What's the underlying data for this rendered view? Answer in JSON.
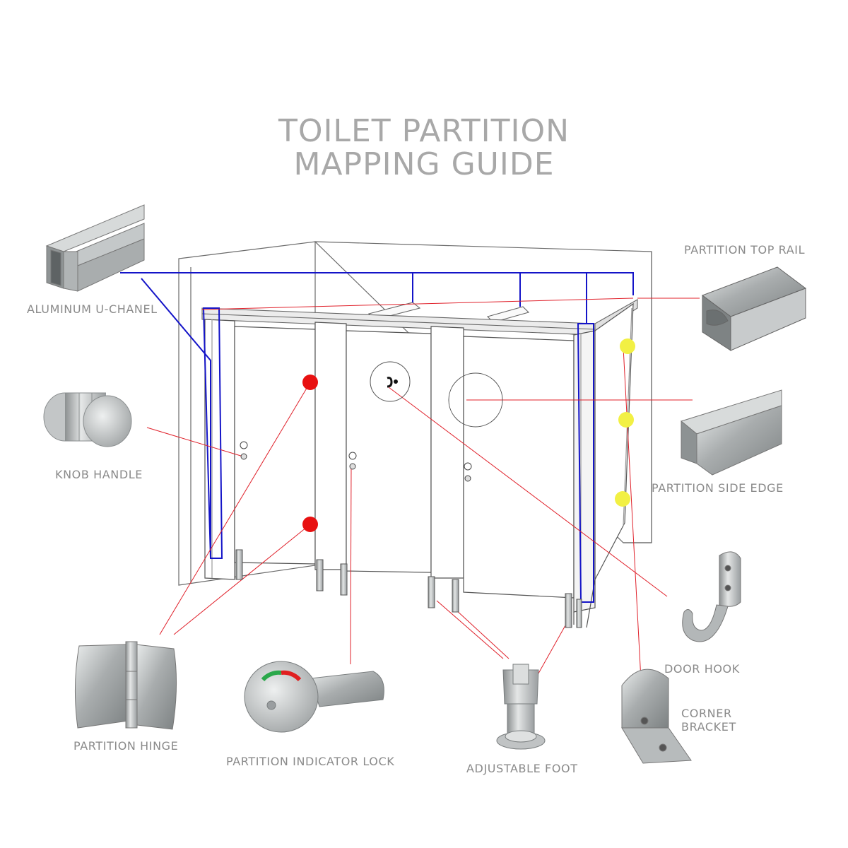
{
  "title": {
    "line1": "TOILET PARTITION",
    "line2": "MAPPING GUIDE"
  },
  "labels": {
    "aluminum_u_channel": "ALUMINUM U-CHANEL",
    "partition_top_rail": "PARTITION TOP RAIL",
    "knob_handle": "KNOB HANDLE",
    "partition_side_edge": "PARTITION SIDE EDGE",
    "door_hook": "DOOR  HOOK",
    "corner_bracket_1": "CORNER",
    "corner_bracket_2": "BRACKET",
    "partition_hinge": "PARTITION HINGE",
    "partition_indicator_lock": "PARTITION INDICATOR LOCK",
    "adjustable_foot": "ADJUSTABLE FOOT"
  },
  "colors": {
    "title": "#a8a8a8",
    "label": "#8a8a8a",
    "leader_line": "#e0202a",
    "highlight_blue": "#1414c8",
    "marker_red": "#e81010",
    "marker_yellow": "#f2f044",
    "outline": "#555555",
    "metal": "#b9bcbd"
  }
}
